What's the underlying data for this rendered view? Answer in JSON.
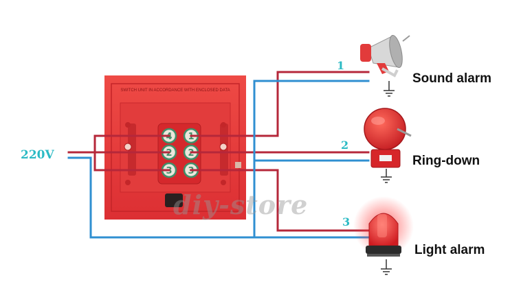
{
  "supply": {
    "voltage_label": "220V"
  },
  "outputs": [
    {
      "number": "1",
      "label": "Sound alarm",
      "icon": "megaphone-icon"
    },
    {
      "number": "2",
      "label": "Ring-down",
      "icon": "bell-icon"
    },
    {
      "number": "3",
      "label": "Light alarm",
      "icon": "beacon-light-icon"
    }
  ],
  "switch_box": {
    "terminals": [
      "4",
      "1",
      "2",
      "2",
      "3",
      "3"
    ],
    "label_text": "SWITCH UNIT IN ACCORDANCE WITH ENCLOSED DATA"
  },
  "watermark": "diy-store",
  "colors": {
    "live_wire": "#b5273a",
    "neutral_wire": "#2f8fd1",
    "number_text": "#2bbac4",
    "box_red": "#e8363a",
    "terminal_green": "#3f8f6a"
  }
}
